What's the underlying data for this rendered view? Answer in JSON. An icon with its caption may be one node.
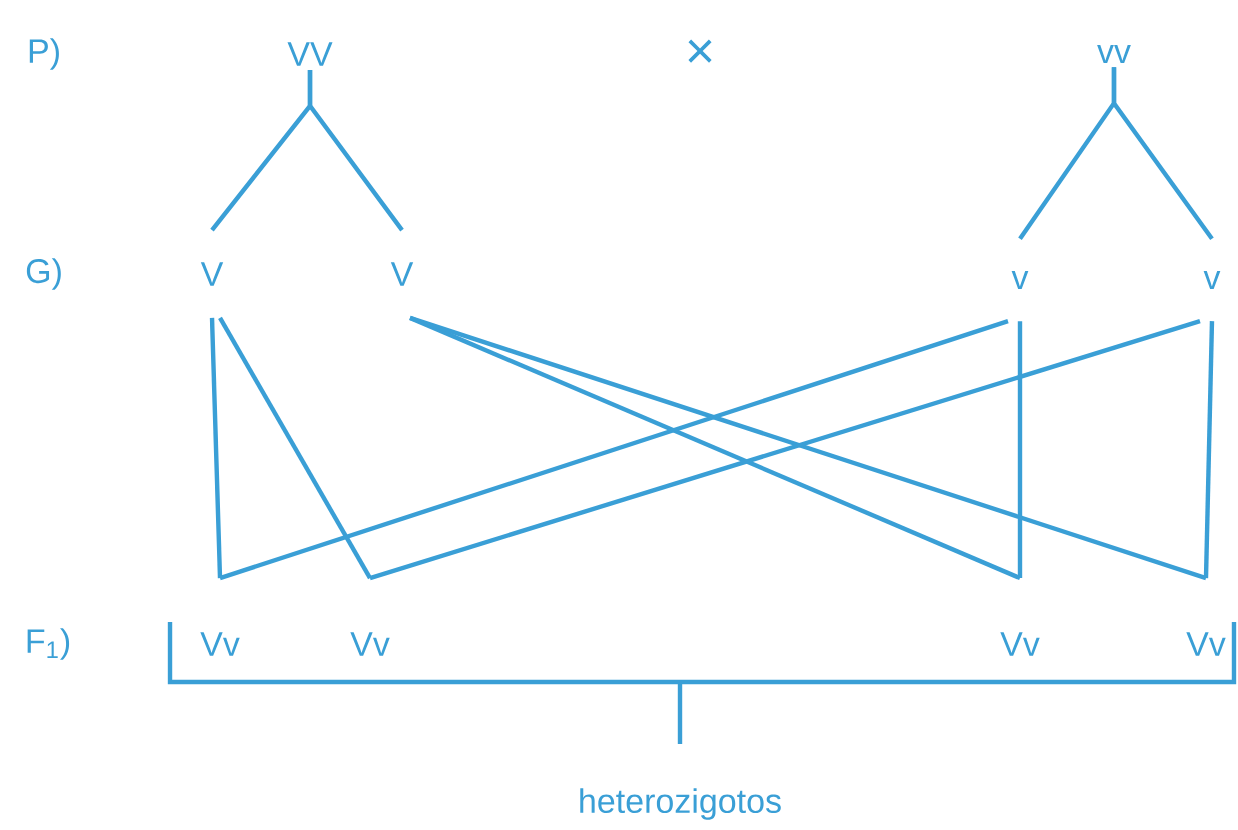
{
  "diagram": {
    "nodes": [
      {
        "text": [
          "VV"
        ]
      },
      {
        "text": [
          "vv"
        ]
      },
      {
        "text": [
          "V"
        ]
      },
      {
        "text": [
          "V"
        ]
      },
      {
        "text": [
          "v"
        ]
      },
      {
        "text": [
          "v"
        ]
      },
      {
        "text": [
          "Vv"
        ]
      },
      {
        "text": [
          "Vv"
        ]
      },
      {
        "text": [
          "Vv"
        ]
      },
      {
        "text": [
          "Vv"
        ]
      }
    ],
    "edges": [
      {
        "from": 0,
        "to": 2,
        "arrow": "none"
      },
      {
        "from": 0,
        "to": 3,
        "arrow": "none"
      },
      {
        "from": 1,
        "to": 4,
        "arrow": "none"
      },
      {
        "from": 1,
        "to": 5,
        "arrow": "none"
      },
      {
        "from": 2,
        "to": 6,
        "arrow": "none"
      },
      {
        "from": 2,
        "to": 7,
        "arrow": "none"
      },
      {
        "from": 3,
        "to": 8,
        "arrow": "none"
      },
      {
        "from": 3,
        "to": 9,
        "arrow": "none"
      },
      {
        "from": 4,
        "to": 6,
        "arrow": "none"
      },
      {
        "from": 4,
        "to": 8,
        "arrow": "none"
      },
      {
        "from": 5,
        "to": 7,
        "arrow": "none"
      },
      {
        "from": 5,
        "to": 9,
        "arrow": "none"
      }
    ],
    "labels": [
      "P)",
      "×",
      "G)",
      "F$_{1}$)",
      "heterozigotos"
    ]
  }
}
